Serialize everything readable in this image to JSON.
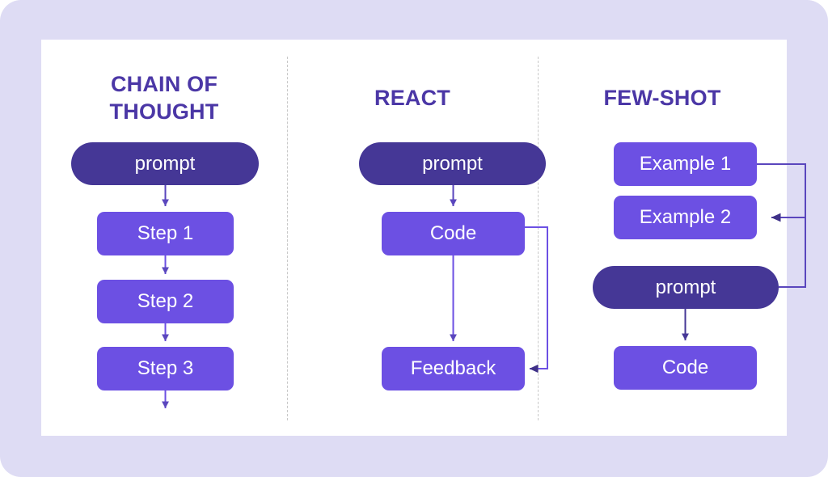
{
  "diagram": {
    "title_hidden": "",
    "background_color": "#dedcf4",
    "card_color": "#ffffff",
    "accent_dark": "#453796",
    "accent_light": "#6c50e3",
    "title_color": "#4b37a6",
    "connector_color": "#4b37a6",
    "divider_color": "#c9c9c9"
  },
  "columns": [
    {
      "id": "chain-of-thought",
      "title": "CHAIN OF THOUGHT",
      "title_line1": "CHAIN OF",
      "title_line2": "THOUGHT",
      "nodes": [
        {
          "id": "cot-prompt",
          "label": "prompt",
          "shape": "pill",
          "color": "#453796"
        },
        {
          "id": "cot-step1",
          "label": "Step 1",
          "shape": "rect",
          "color": "#6c50e3"
        },
        {
          "id": "cot-step2",
          "label": "Step 2",
          "shape": "rect",
          "color": "#6c50e3"
        },
        {
          "id": "cot-step3",
          "label": "Step 3",
          "shape": "rect",
          "color": "#6c50e3"
        }
      ],
      "edges": [
        {
          "from": "cot-prompt",
          "to": "cot-step1",
          "type": "arrow-down"
        },
        {
          "from": "cot-step1",
          "to": "cot-step2",
          "type": "arrow-down"
        },
        {
          "from": "cot-step2",
          "to": "cot-step3",
          "type": "arrow-down"
        },
        {
          "from": "cot-step3",
          "to": "",
          "type": "arrow-down-open"
        }
      ]
    },
    {
      "id": "react",
      "title": "REACT",
      "title_line1": "REACT",
      "title_line2": "",
      "nodes": [
        {
          "id": "react-prompt",
          "label": "prompt",
          "shape": "pill",
          "color": "#453796"
        },
        {
          "id": "react-code",
          "label": "Code",
          "shape": "rect",
          "color": "#6c50e3"
        },
        {
          "id": "react-feedback",
          "label": "Feedback",
          "shape": "rect",
          "color": "#6c50e3"
        }
      ],
      "edges": [
        {
          "from": "react-prompt",
          "to": "react-code",
          "type": "arrow-down"
        },
        {
          "from": "react-code",
          "to": "react-feedback",
          "type": "arrow-down"
        },
        {
          "from": "react-code",
          "to": "react-feedback",
          "type": "loop-right"
        }
      ]
    },
    {
      "id": "few-shot",
      "title": "FEW-SHOT",
      "title_line1": "FEW-SHOT",
      "title_line2": "",
      "nodes": [
        {
          "id": "few-ex1",
          "label": "Example 1",
          "shape": "rect",
          "color": "#6c50e3"
        },
        {
          "id": "few-ex2",
          "label": "Example 2",
          "shape": "rect",
          "color": "#6c50e3"
        },
        {
          "id": "few-prompt",
          "label": "prompt",
          "shape": "pill",
          "color": "#453796"
        },
        {
          "id": "few-code",
          "label": "Code",
          "shape": "rect",
          "color": "#6c50e3"
        }
      ],
      "edges": [
        {
          "from": "few-ex1",
          "to": "few-ex2",
          "type": "loop-right"
        },
        {
          "from": "few-prompt",
          "to": "few-ex2",
          "type": "loop-right"
        },
        {
          "from": "few-prompt",
          "to": "few-code",
          "type": "arrow-down"
        }
      ]
    }
  ]
}
